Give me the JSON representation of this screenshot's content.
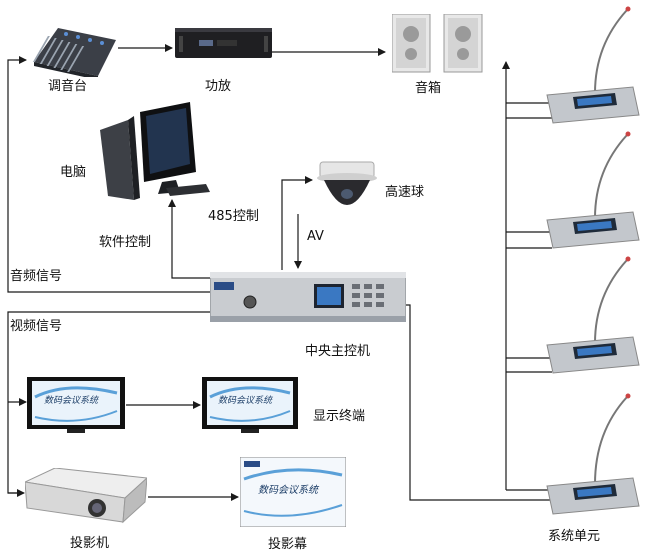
{
  "labels": {
    "mixer": "调音台",
    "amplifier": "功放",
    "speakers": "音箱",
    "computer": "电脑",
    "software_control": "软件控制",
    "rs485": "485控制",
    "speed_dome": "高速球",
    "av": "AV",
    "audio_signal": "音频信号",
    "video_signal": "视频信号",
    "central_controller": "中央主控机",
    "display_terminal": "显示终端",
    "projector": "投影机",
    "projection_screen": "投影幕",
    "system_unit": "系统单元"
  },
  "screen_text": {
    "display_1": "数码会议系统",
    "display_2": "数码会议系统",
    "projection": "数码会议系统"
  },
  "colors": {
    "wire": "#1a1a1a",
    "device_dark": "#2b2b2b",
    "device_silver": "#c9ccd0",
    "lcd_blue": "#3a78c2",
    "screen_fill": "#eaf3fb",
    "screen_swirl": "#5aa0d8",
    "text": "#111111"
  },
  "unit_count": 4
}
